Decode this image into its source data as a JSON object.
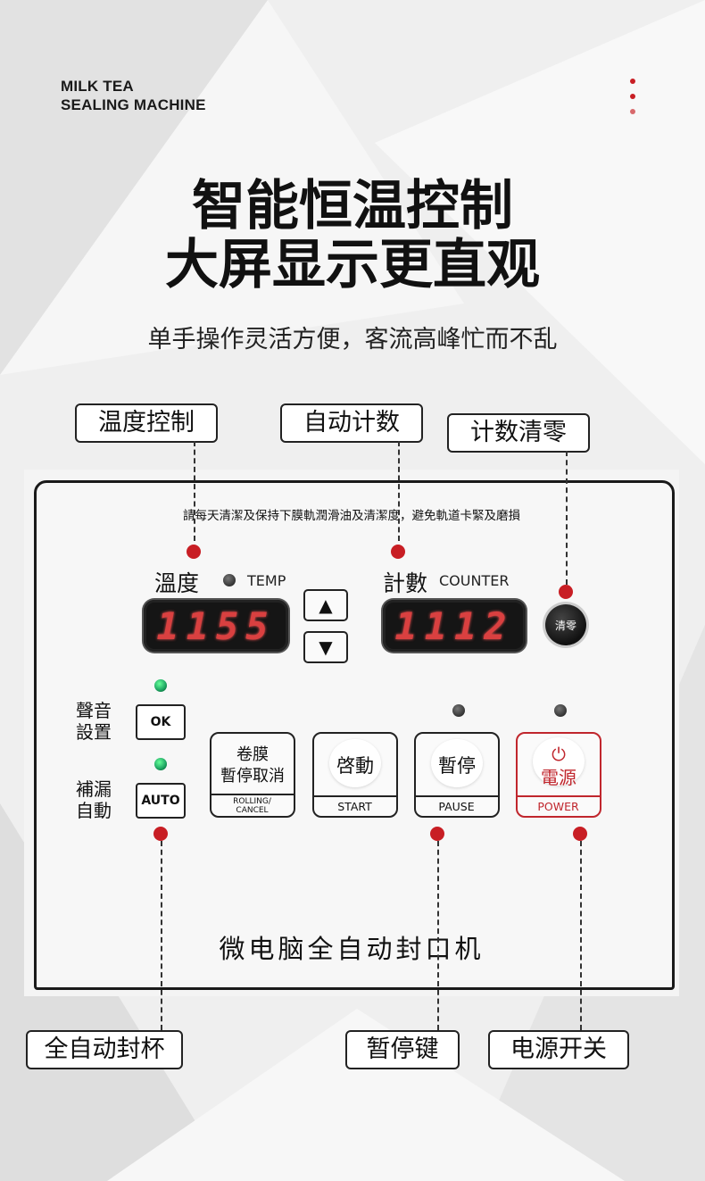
{
  "brand": {
    "line1": "MILK TEA",
    "line2": "SEALING MACHINE"
  },
  "headline": {
    "line1": "智能恒温控制",
    "line2": "大屏显示更直观"
  },
  "subtitle": "单手操作灵活方便，客流高峰忙而不乱",
  "callouts": {
    "temp_control": "温度控制",
    "auto_count": "自动计数",
    "count_reset": "计数清零",
    "auto_seal": "全自动封杯",
    "pause_key": "暂停键",
    "power_switch": "电源开关"
  },
  "panel": {
    "warning": "請每天清潔及保持下膜軌潤滑油及清潔度，避免軌道卡緊及磨損",
    "temp_label": "溫度",
    "temp_label_en": "TEMP",
    "temp_display": "1155",
    "counter_label": "計數",
    "counter_label_en": "COUNTER",
    "counter_display": "1112",
    "up_arrow": "▲",
    "down_arrow": "▼",
    "reset_button": "清零",
    "sound_label_1": "聲音",
    "sound_label_2": "設置",
    "ok_button": "OK",
    "auto_label_1": "補漏",
    "auto_label_2": "自動",
    "auto_button": "AUTO",
    "keys": {
      "rolling": {
        "line1": "卷膜",
        "line2": "暫停取消",
        "foot": "ROLLING/\nCANCEL"
      },
      "start": {
        "cap": "啓動",
        "foot": "START"
      },
      "pause": {
        "cap": "暫停",
        "foot": "PAUSE"
      },
      "power": {
        "icon": "⏻",
        "cap": "電源",
        "foot": "POWER"
      }
    },
    "model_name": "微电脑全自动封口机"
  },
  "colors": {
    "accent_red": "#c81e24",
    "power_red": "#c0262d",
    "led_green": "#2a6"
  }
}
